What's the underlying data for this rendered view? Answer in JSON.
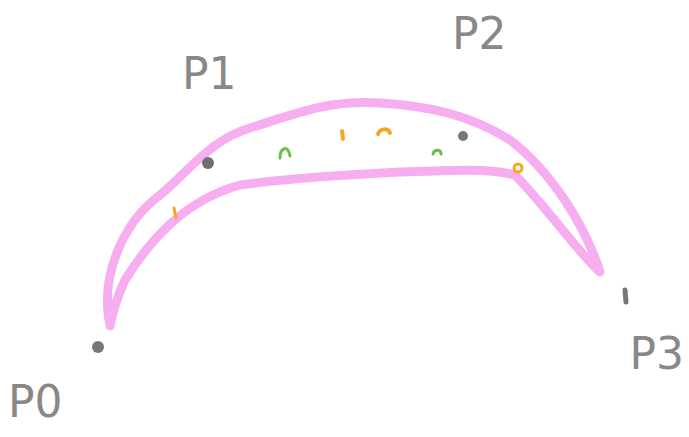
{
  "diagram": {
    "labels": [
      "P1",
      "P2",
      "P0",
      "P3"
    ]
  }
}
